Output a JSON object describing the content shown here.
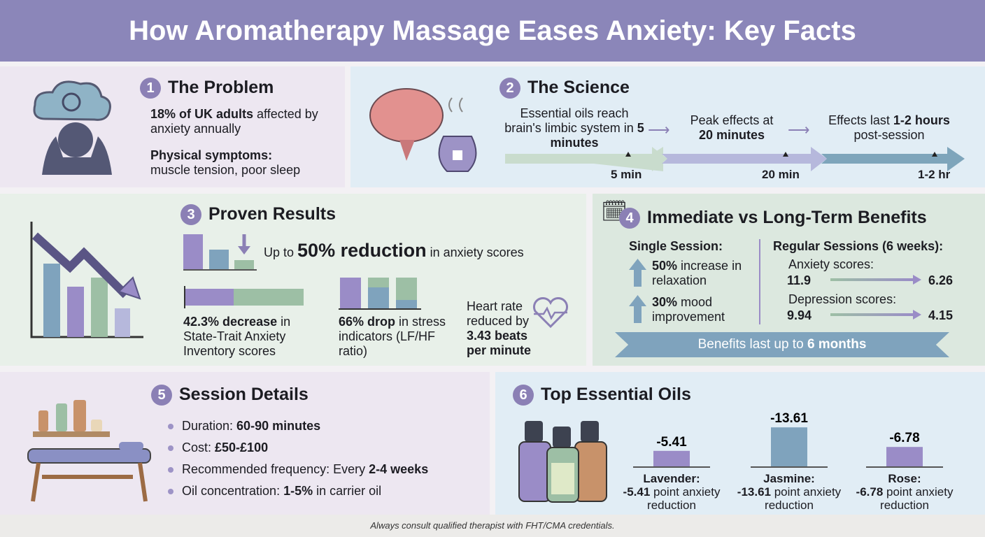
{
  "title": "How Aromatherapy Massage Eases Anxiety: Key Facts",
  "problem": {
    "num": "1",
    "title": "The Problem",
    "stat_bold": "18% of UK adults",
    "stat_rest": " affected by anxiety annually",
    "symptoms_bold": "Physical symptoms:",
    "symptoms_rest": "muscle tension, poor sleep"
  },
  "science": {
    "num": "2",
    "title": "The Science",
    "steps": [
      {
        "pre": "Essential oils reach brain's limbic system in ",
        "bold": "5 minutes",
        "post": ""
      },
      {
        "pre": "Peak effects at ",
        "bold": "20 minutes",
        "post": ""
      },
      {
        "pre": "Effects last ",
        "bold": "1-2 hours",
        "post": " post-session"
      }
    ],
    "markers": [
      "5 min",
      "20 min",
      "1-2 hr"
    ]
  },
  "results": {
    "num": "3",
    "title": "Proven Results",
    "headline_pre": "Up to ",
    "headline_bold": "50% reduction",
    "headline_post": " in anxiety scores",
    "stai_bold": "42.3% decrease",
    "stai_rest": " in State-Trait Anxiety Inventory scores",
    "stress_bold": "66% drop",
    "stress_rest": " in stress indicators (LF/HF ratio)",
    "heart_pre": "Heart rate reduced by ",
    "heart_bold": "3.43 beats per minute"
  },
  "benefits": {
    "num": "4",
    "title": "Immediate vs Long-Term Benefits",
    "single_label": "Single Session:",
    "single": [
      {
        "bold": "50%",
        "rest": " increase in relaxation"
      },
      {
        "bold": "30%",
        "rest": " mood improvement"
      }
    ],
    "regular_label": "Regular Sessions (6 weeks):",
    "regular": [
      {
        "label": "Anxiety scores:",
        "from": "11.9",
        "to": "6.26"
      },
      {
        "label": "Depression scores:",
        "from": "9.94",
        "to": "4.15"
      }
    ],
    "banner_pre": "Benefits last up to ",
    "banner_bold": "6 months"
  },
  "session": {
    "num": "5",
    "title": "Session Details",
    "items": [
      {
        "pre": "Duration: ",
        "bold": "60-90 minutes",
        "post": ""
      },
      {
        "pre": "Cost: ",
        "bold": "£50-£100",
        "post": ""
      },
      {
        "pre": "Recommended frequency: Every ",
        "bold": "2-4 weeks",
        "post": ""
      },
      {
        "pre": "Oil concentration: ",
        "bold": "1-5%",
        "post": " in carrier oil"
      }
    ]
  },
  "oils": {
    "num": "6",
    "title": "Top Essential Oils"
  },
  "chart_data": {
    "type": "bar",
    "categories": [
      "Lavender",
      "Jasmine",
      "Rose"
    ],
    "values": [
      -5.41,
      -13.61,
      -6.78
    ],
    "data_labels": [
      "-5.41",
      "-13.61",
      "-6.78"
    ],
    "captions": [
      {
        "name": "Lavender:",
        "bold": "-5.41",
        "rest": " point anxiety reduction"
      },
      {
        "name": "Jasmine:",
        "bold": "-13.61",
        "rest": " point anxiety reduction"
      },
      {
        "name": "Rose:",
        "bold": "-6.78",
        "rest": " point anxiety reduction"
      }
    ],
    "colors": [
      "#9a8cc7",
      "#7fa3bd",
      "#9a8cc7"
    ]
  },
  "footer": "Always consult qualified therapist with FHT/CMA credentials.",
  "colors": {
    "header": "#8b86b9",
    "accent": "#8b80b5",
    "blue": "#7fa3bd",
    "green": "#9dbfa5"
  }
}
